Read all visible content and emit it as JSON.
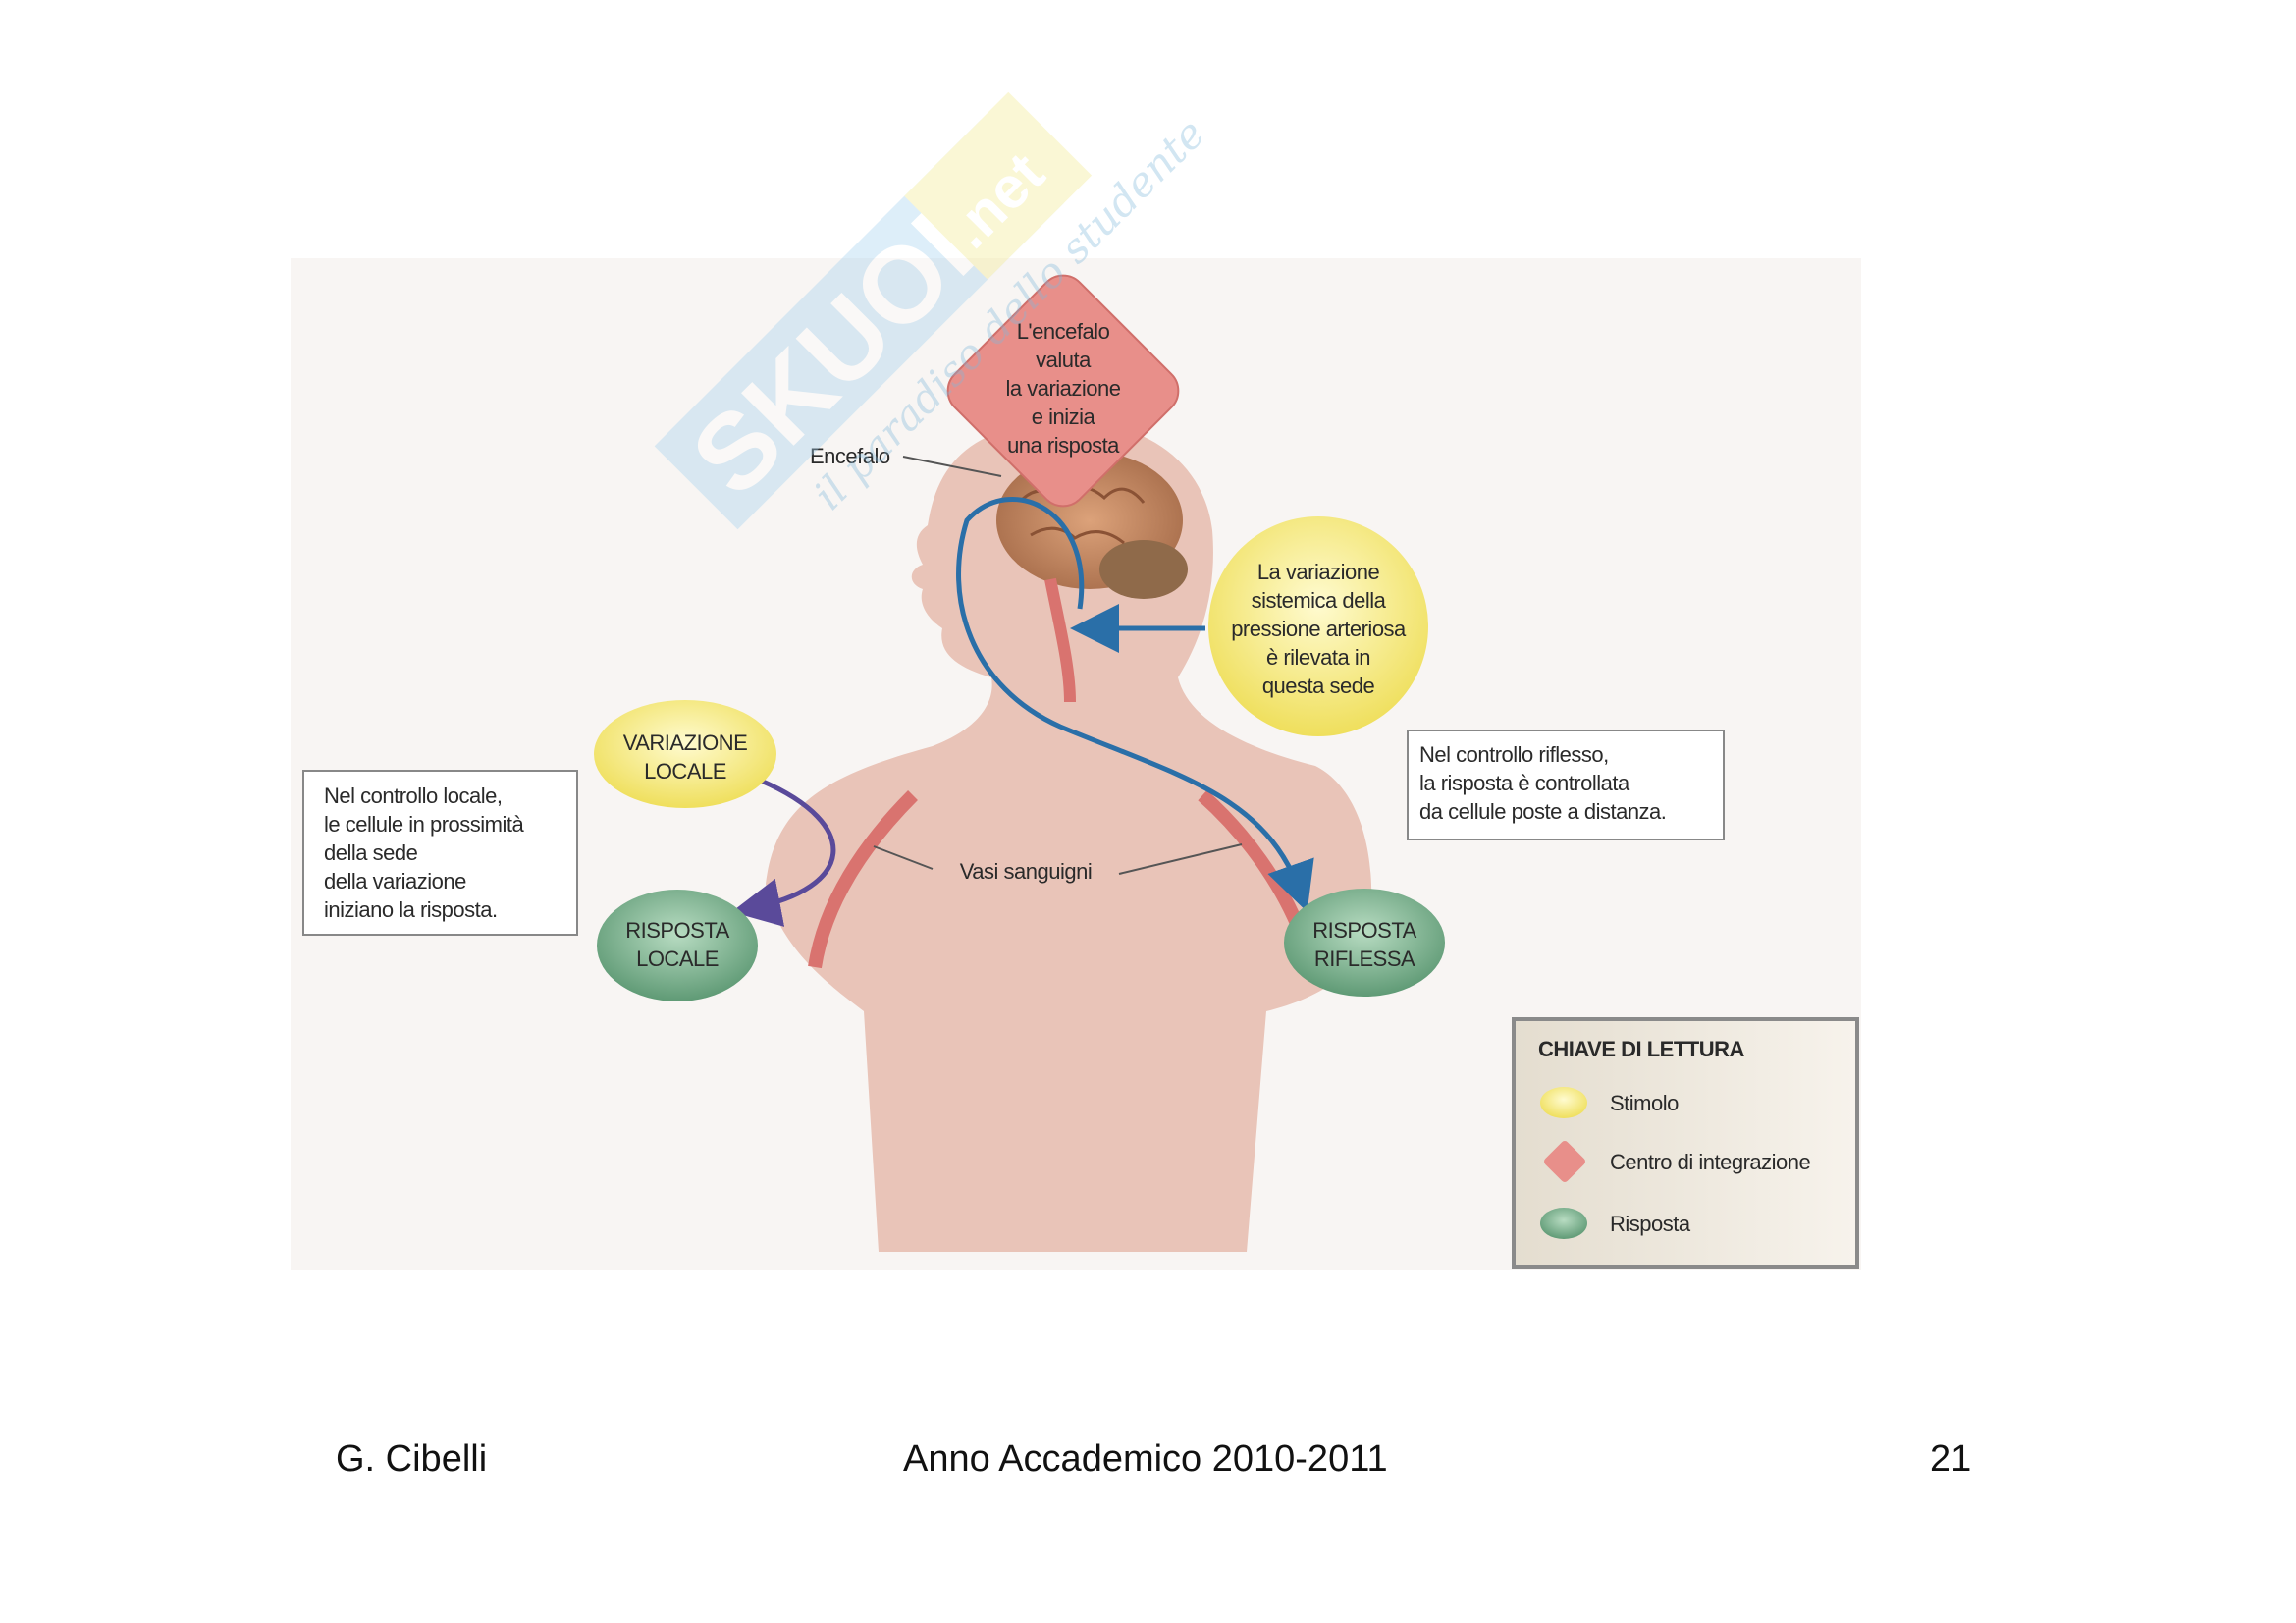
{
  "diagram": {
    "integration_center": [
      "L'encefalo",
      "valuta",
      "la variazione",
      "e inizia",
      "una risposta"
    ],
    "brain_label": "Encefalo",
    "systemic_stimulus": [
      "La variazione",
      "sistemica della",
      "pressione arteriosa",
      "è rilevata in",
      "questa sede"
    ],
    "local_stimulus": [
      "VARIAZIONE",
      "LOCALE"
    ],
    "local_response": [
      "RISPOSTA",
      "LOCALE"
    ],
    "reflex_response": [
      "RISPOSTA",
      "RIFLESSA"
    ],
    "vessels_label": "Vasi sanguigni",
    "local_note": [
      "Nel controllo locale,",
      "le cellule in prossimità",
      "della sede",
      "della variazione",
      "iniziano la risposta."
    ],
    "reflex_note": [
      "Nel controllo riflesso,",
      "la risposta è controllata",
      "da cellule poste a distanza."
    ],
    "legend": {
      "title": "CHIAVE DI LETTURA",
      "items": [
        "Stimolo",
        "Centro di integrazione",
        "Risposta"
      ]
    },
    "colors": {
      "stimulus": "#f5e777",
      "integration": "#e88f8a",
      "response": "#7fb592",
      "arrow": "#2a6fa8",
      "skin": "#e9c2b6"
    }
  },
  "watermark": {
    "brand": "SKUOLA.net",
    "tagline": "il paradiso dello studente"
  },
  "footer": {
    "author": "G. Cibelli",
    "year": "Anno Accademico 2010-2011",
    "page": "21"
  }
}
